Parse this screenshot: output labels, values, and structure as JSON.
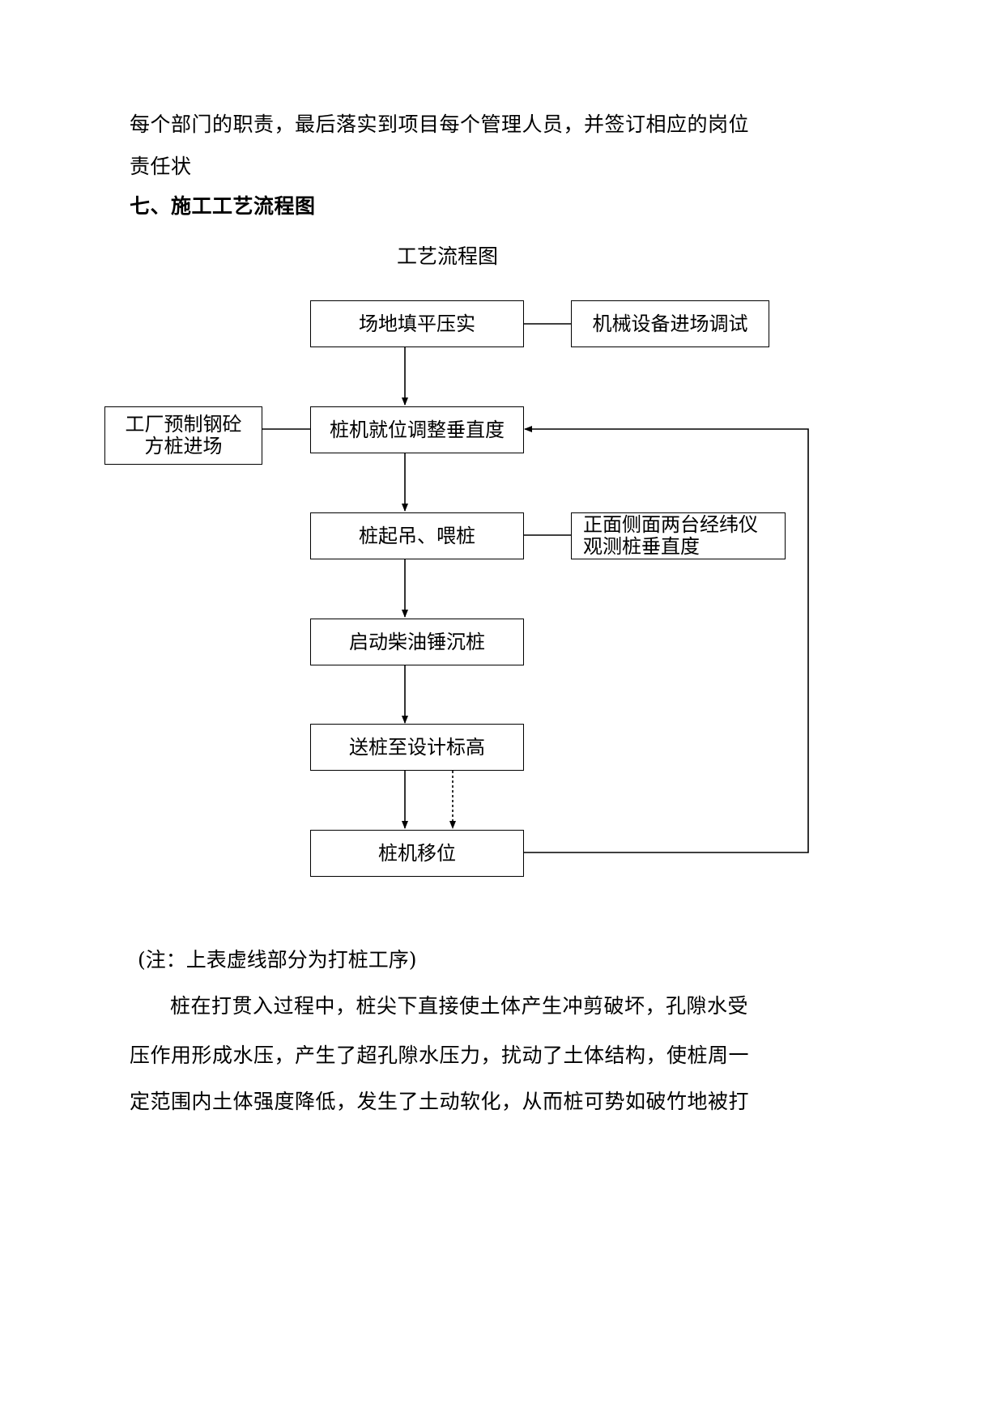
{
  "intro": {
    "line1": "每个部门的职责，最后落实到项目每个管理人员，并签订相应的岗位",
    "line2": "责任状"
  },
  "section_heading": "七、施工工艺流程图",
  "flowchart": {
    "title": "工艺流程图",
    "steps": {
      "site_leveling": "场地填平压实",
      "machine_entry": "机械设备进场调试",
      "pile_supply_line1": "工厂预制钢砼",
      "pile_supply_line2": "方桩进场",
      "positioning": "桩机就位调整垂直度",
      "lifting": "桩起吊、喂桩",
      "verticality_line1": "正面侧面两台经纬仪",
      "verticality_line2": "观测桩垂直度",
      "hammer": "启动柴油锤沉桩",
      "to_elevation": "送桩至设计标高",
      "relocate": "桩机移位"
    }
  },
  "note": "(注：上表虚线部分为打桩工序)",
  "body": {
    "line1": "桩在打贯入过程中，桩尖下直接使土体产生冲剪破坏，孔隙水受",
    "line2": "压作用形成水压，产生了超孔隙水压力，扰动了土体结构，使桩周一",
    "line3": "定范围内土体强度降低，发生了土动软化，从而桩可势如破竹地被打"
  }
}
